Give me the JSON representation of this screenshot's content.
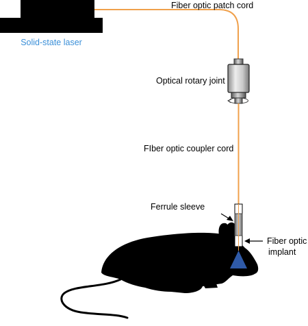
{
  "labels": {
    "laser": "Solid-state laser",
    "patch_cord": "Fiber optic patch cord",
    "rotary_joint": "Optical rotary joint",
    "coupler_cord": "FIber optic coupler cord",
    "ferrule_sleeve": "Ferrule sleeve",
    "implant_line1": "Fiber optic",
    "implant_line2": "implant"
  },
  "colors": {
    "fiber": "#f0a04b",
    "laser_label": "#3a8fd8",
    "silhouette": "#000000",
    "light_cone": "#2f5aa8",
    "text": "#000000"
  }
}
